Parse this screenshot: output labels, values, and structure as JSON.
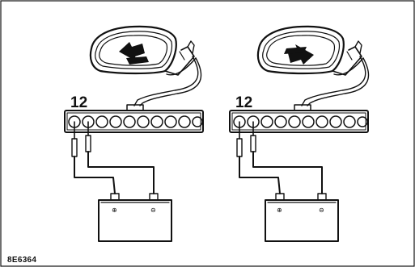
{
  "figure_id": "8E6364",
  "panels": [
    {
      "name": "left-test",
      "connector_pin_label": "12",
      "arrow_direction": "left",
      "battery_terminals": [
        "⊕",
        "⊖"
      ]
    },
    {
      "name": "right-test",
      "connector_pin_label": "12",
      "arrow_direction": "right",
      "battery_terminals": [
        "⊕",
        "⊖"
      ]
    }
  ],
  "colors": {
    "ink": "#111111",
    "background": "#ffffff"
  }
}
